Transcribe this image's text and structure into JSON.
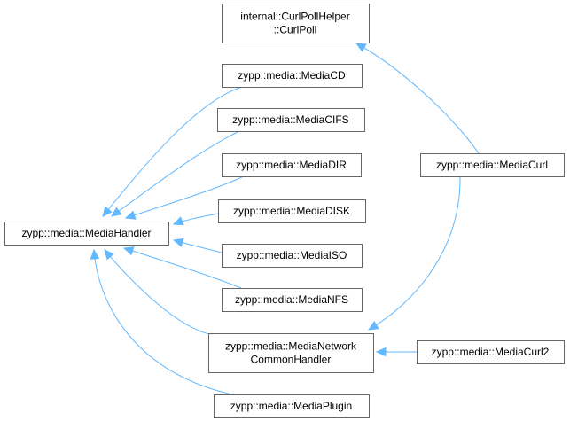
{
  "diagram": {
    "type": "inheritance-graph",
    "edge_color": "#63b8ff",
    "node_border_color": "#666666",
    "nodes": [
      {
        "id": "curlpoll",
        "lines": [
          "internal::CurlPollHelper",
          "::CurlPoll"
        ]
      },
      {
        "id": "mediacd",
        "lines": [
          "zypp::media::MediaCD"
        ]
      },
      {
        "id": "mediacifs",
        "lines": [
          "zypp::media::MediaCIFS"
        ]
      },
      {
        "id": "mediadir",
        "lines": [
          "zypp::media::MediaDIR"
        ]
      },
      {
        "id": "mediadisk",
        "lines": [
          "zypp::media::MediaDISK"
        ]
      },
      {
        "id": "mediahandler",
        "lines": [
          "zypp::media::MediaHandler"
        ]
      },
      {
        "id": "mediaiso",
        "lines": [
          "zypp::media::MediaISO"
        ]
      },
      {
        "id": "medianfs",
        "lines": [
          "zypp::media::MediaNFS"
        ]
      },
      {
        "id": "medianetwork",
        "lines": [
          "zypp::media::MediaNetwork",
          "CommonHandler"
        ]
      },
      {
        "id": "mediaplugin",
        "lines": [
          "zypp::media::MediaPlugin"
        ]
      },
      {
        "id": "mediacurl",
        "lines": [
          "zypp::media::MediaCurl"
        ]
      },
      {
        "id": "mediacurl2",
        "lines": [
          "zypp::media::MediaCurl2"
        ]
      }
    ],
    "edges": [
      {
        "from": "mediacd",
        "to": "mediahandler"
      },
      {
        "from": "mediacifs",
        "to": "mediahandler"
      },
      {
        "from": "mediadir",
        "to": "mediahandler"
      },
      {
        "from": "mediadisk",
        "to": "mediahandler"
      },
      {
        "from": "mediaiso",
        "to": "mediahandler"
      },
      {
        "from": "medianfs",
        "to": "mediahandler"
      },
      {
        "from": "medianetwork",
        "to": "mediahandler"
      },
      {
        "from": "mediaplugin",
        "to": "mediahandler"
      },
      {
        "from": "mediacurl",
        "to": "curlpoll"
      },
      {
        "from": "mediacurl",
        "to": "medianetwork"
      },
      {
        "from": "mediacurl2",
        "to": "medianetwork"
      }
    ]
  }
}
